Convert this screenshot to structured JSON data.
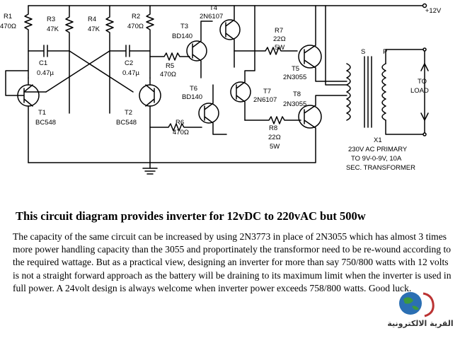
{
  "diagram": {
    "supply_label": "+12V",
    "resistors": {
      "r1": {
        "name": "R1",
        "value": "470Ω"
      },
      "r3": {
        "name": "R3",
        "value": "47K"
      },
      "r4": {
        "name": "R4",
        "value": "47K"
      },
      "r2": {
        "name": "R2",
        "value": "470Ω"
      },
      "r5": {
        "name": "R5",
        "value": "470Ω"
      },
      "r6": {
        "name": "R6",
        "value": "470Ω"
      },
      "r7": {
        "name": "R7",
        "value": "22Ω",
        "power": "5W"
      },
      "r8": {
        "name": "R8",
        "value": "22Ω",
        "power": "5W"
      }
    },
    "capacitors": {
      "c1": {
        "name": "C1",
        "value": "0.47µ"
      },
      "c2": {
        "name": "C2",
        "value": "0.47µ"
      }
    },
    "transistors": {
      "t1": {
        "name": "T1",
        "type": "BC548"
      },
      "t2": {
        "name": "T2",
        "type": "BC548"
      },
      "t3": {
        "name": "T3",
        "type": "BD140"
      },
      "t4": {
        "name": "T4",
        "type": "2N6107"
      },
      "t5": {
        "name": "T5",
        "type": "2N3055"
      },
      "t6": {
        "name": "T6",
        "type": "BD140"
      },
      "t7": {
        "name": "T7",
        "type": "2N6107"
      },
      "t8": {
        "name": "T8",
        "type": "2N3055"
      }
    },
    "transformer": {
      "secondary": "S",
      "primary": "P",
      "load_lines": [
        "TO",
        "LOAD"
      ],
      "name": "X1",
      "desc_lines": [
        "230V AC PRIMARY",
        "TO 9V-0-9V, 10A",
        "SEC. TRANSFORMER"
      ]
    }
  },
  "article": {
    "heading": "This circuit diagram provides inverter for 12vDC to 220vAC but 500w",
    "body": "The capacity of the same circuit can be increased by using 2N3773 in place of 2N3055 which has almost 3 times more power handling capacity than the 3055 and proportinately the transformor need to be re-wound according to the required wattage. But as a practical view, designing an inverter for more than say 750/800 watts with 12 volts is not a straight forward approach as the battery will be draining to its maximum limit when the inverter is used in full power. A 24volt design is always welcome when inverter power exceeds 758/800 watts. Good luck."
  },
  "logo": {
    "text": "القرية الالكترونية"
  }
}
